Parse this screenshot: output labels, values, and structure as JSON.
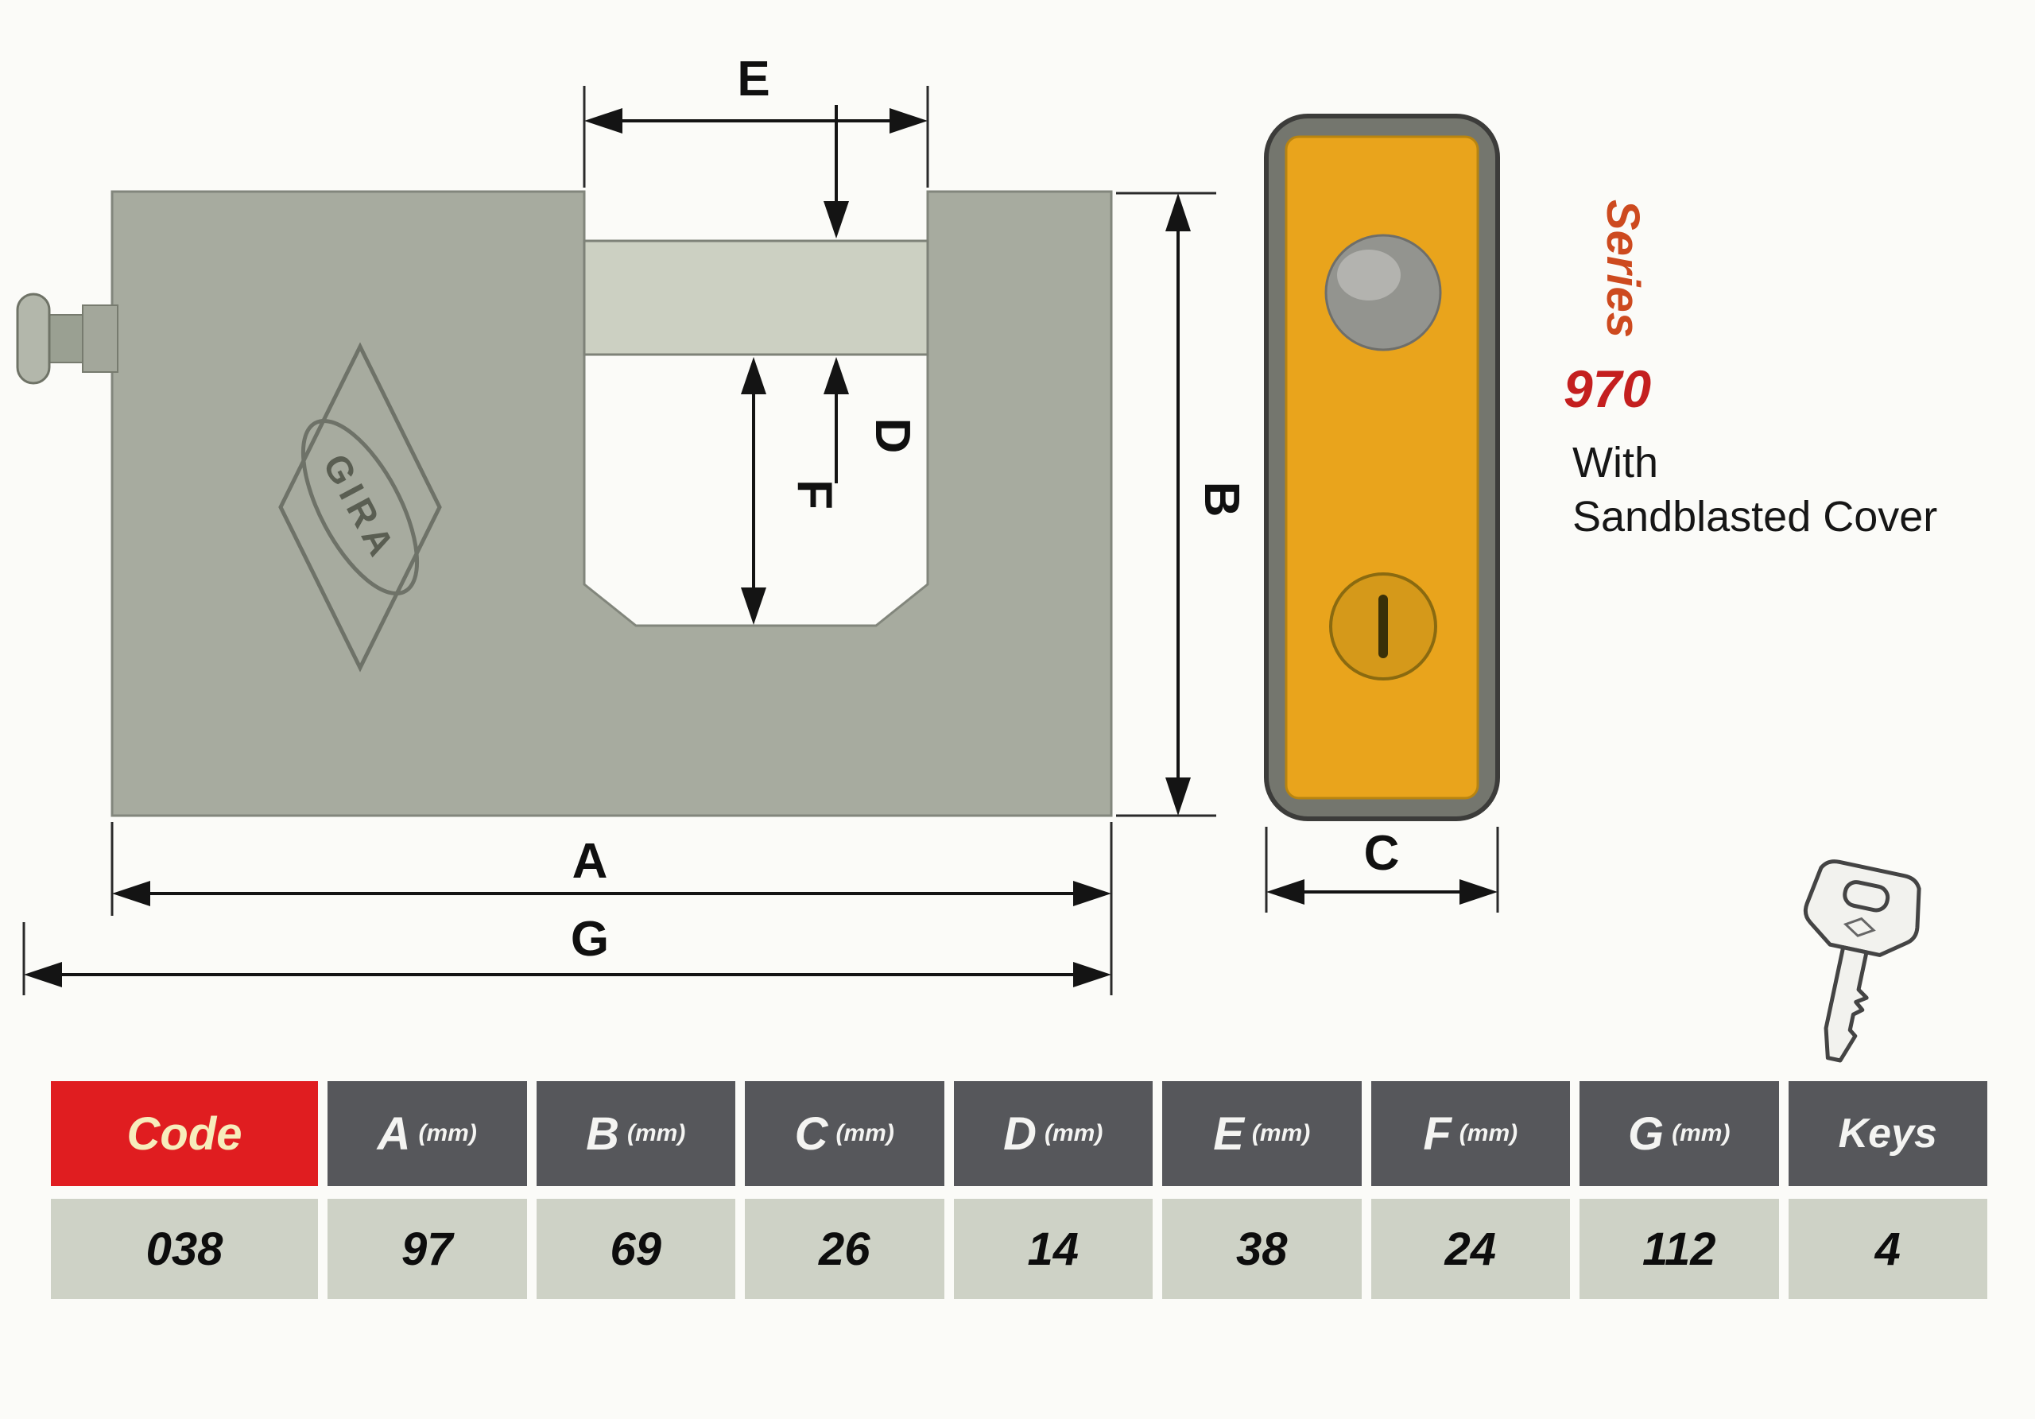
{
  "diagram": {
    "labels": {
      "A": "A",
      "B": "B",
      "C": "C",
      "D": "D",
      "E": "E",
      "F": "F",
      "G": "G"
    },
    "logo": "GIRA",
    "colors": {
      "body_gray": "#a7ab9f",
      "shackle_gray": "#ccd0c2",
      "cover_frame": "#74766e",
      "cover_orange": "#e9a41c",
      "keyhole_orange": "#d5991a",
      "ball_gray": "#93948f",
      "accent_series": "#cd4a1f",
      "accent_number": "#c41f1f",
      "table_header_bg": "#56575b",
      "table_code_bg": "#e01d20",
      "table_value_bg": "#ced2c6"
    }
  },
  "series": {
    "word": "Series",
    "number": "970",
    "tagline_line1": "With",
    "tagline_line2": "Sandblasted Cover"
  },
  "table": {
    "headers": [
      {
        "label": "Code",
        "unit": ""
      },
      {
        "label": "A",
        "unit": "(mm)"
      },
      {
        "label": "B",
        "unit": "(mm)"
      },
      {
        "label": "C",
        "unit": "(mm)"
      },
      {
        "label": "D",
        "unit": "(mm)"
      },
      {
        "label": "E",
        "unit": "(mm)"
      },
      {
        "label": "F",
        "unit": "(mm)"
      },
      {
        "label": "G",
        "unit": "(mm)"
      },
      {
        "label": "Keys",
        "unit": ""
      }
    ],
    "values": [
      "038",
      "97",
      "69",
      "26",
      "14",
      "38",
      "24",
      "112",
      "4"
    ]
  }
}
